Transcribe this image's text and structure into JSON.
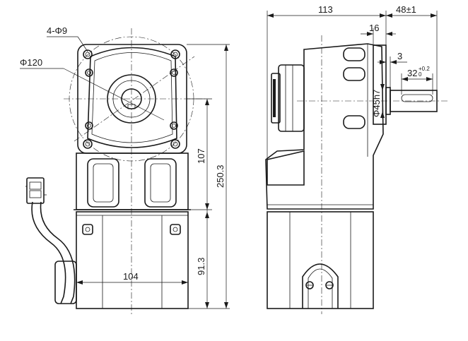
{
  "front_view": {
    "holes_label": "4-Φ9",
    "circle_label": "Φ120",
    "height_gear_label": "107",
    "height_total_label": "250.3",
    "height_motor_label": "91.3",
    "width_body_label": "104"
  },
  "side_view": {
    "length_body_label": "113",
    "shaft_len_main": "48",
    "shaft_len_tol": "±1",
    "flange_len_label": "16",
    "shoulder_label": "3",
    "key_len_main": "32",
    "key_tol_upper": "+0.2",
    "key_tol_lower": "0",
    "shaft_dia_label": "Φ45h7"
  }
}
